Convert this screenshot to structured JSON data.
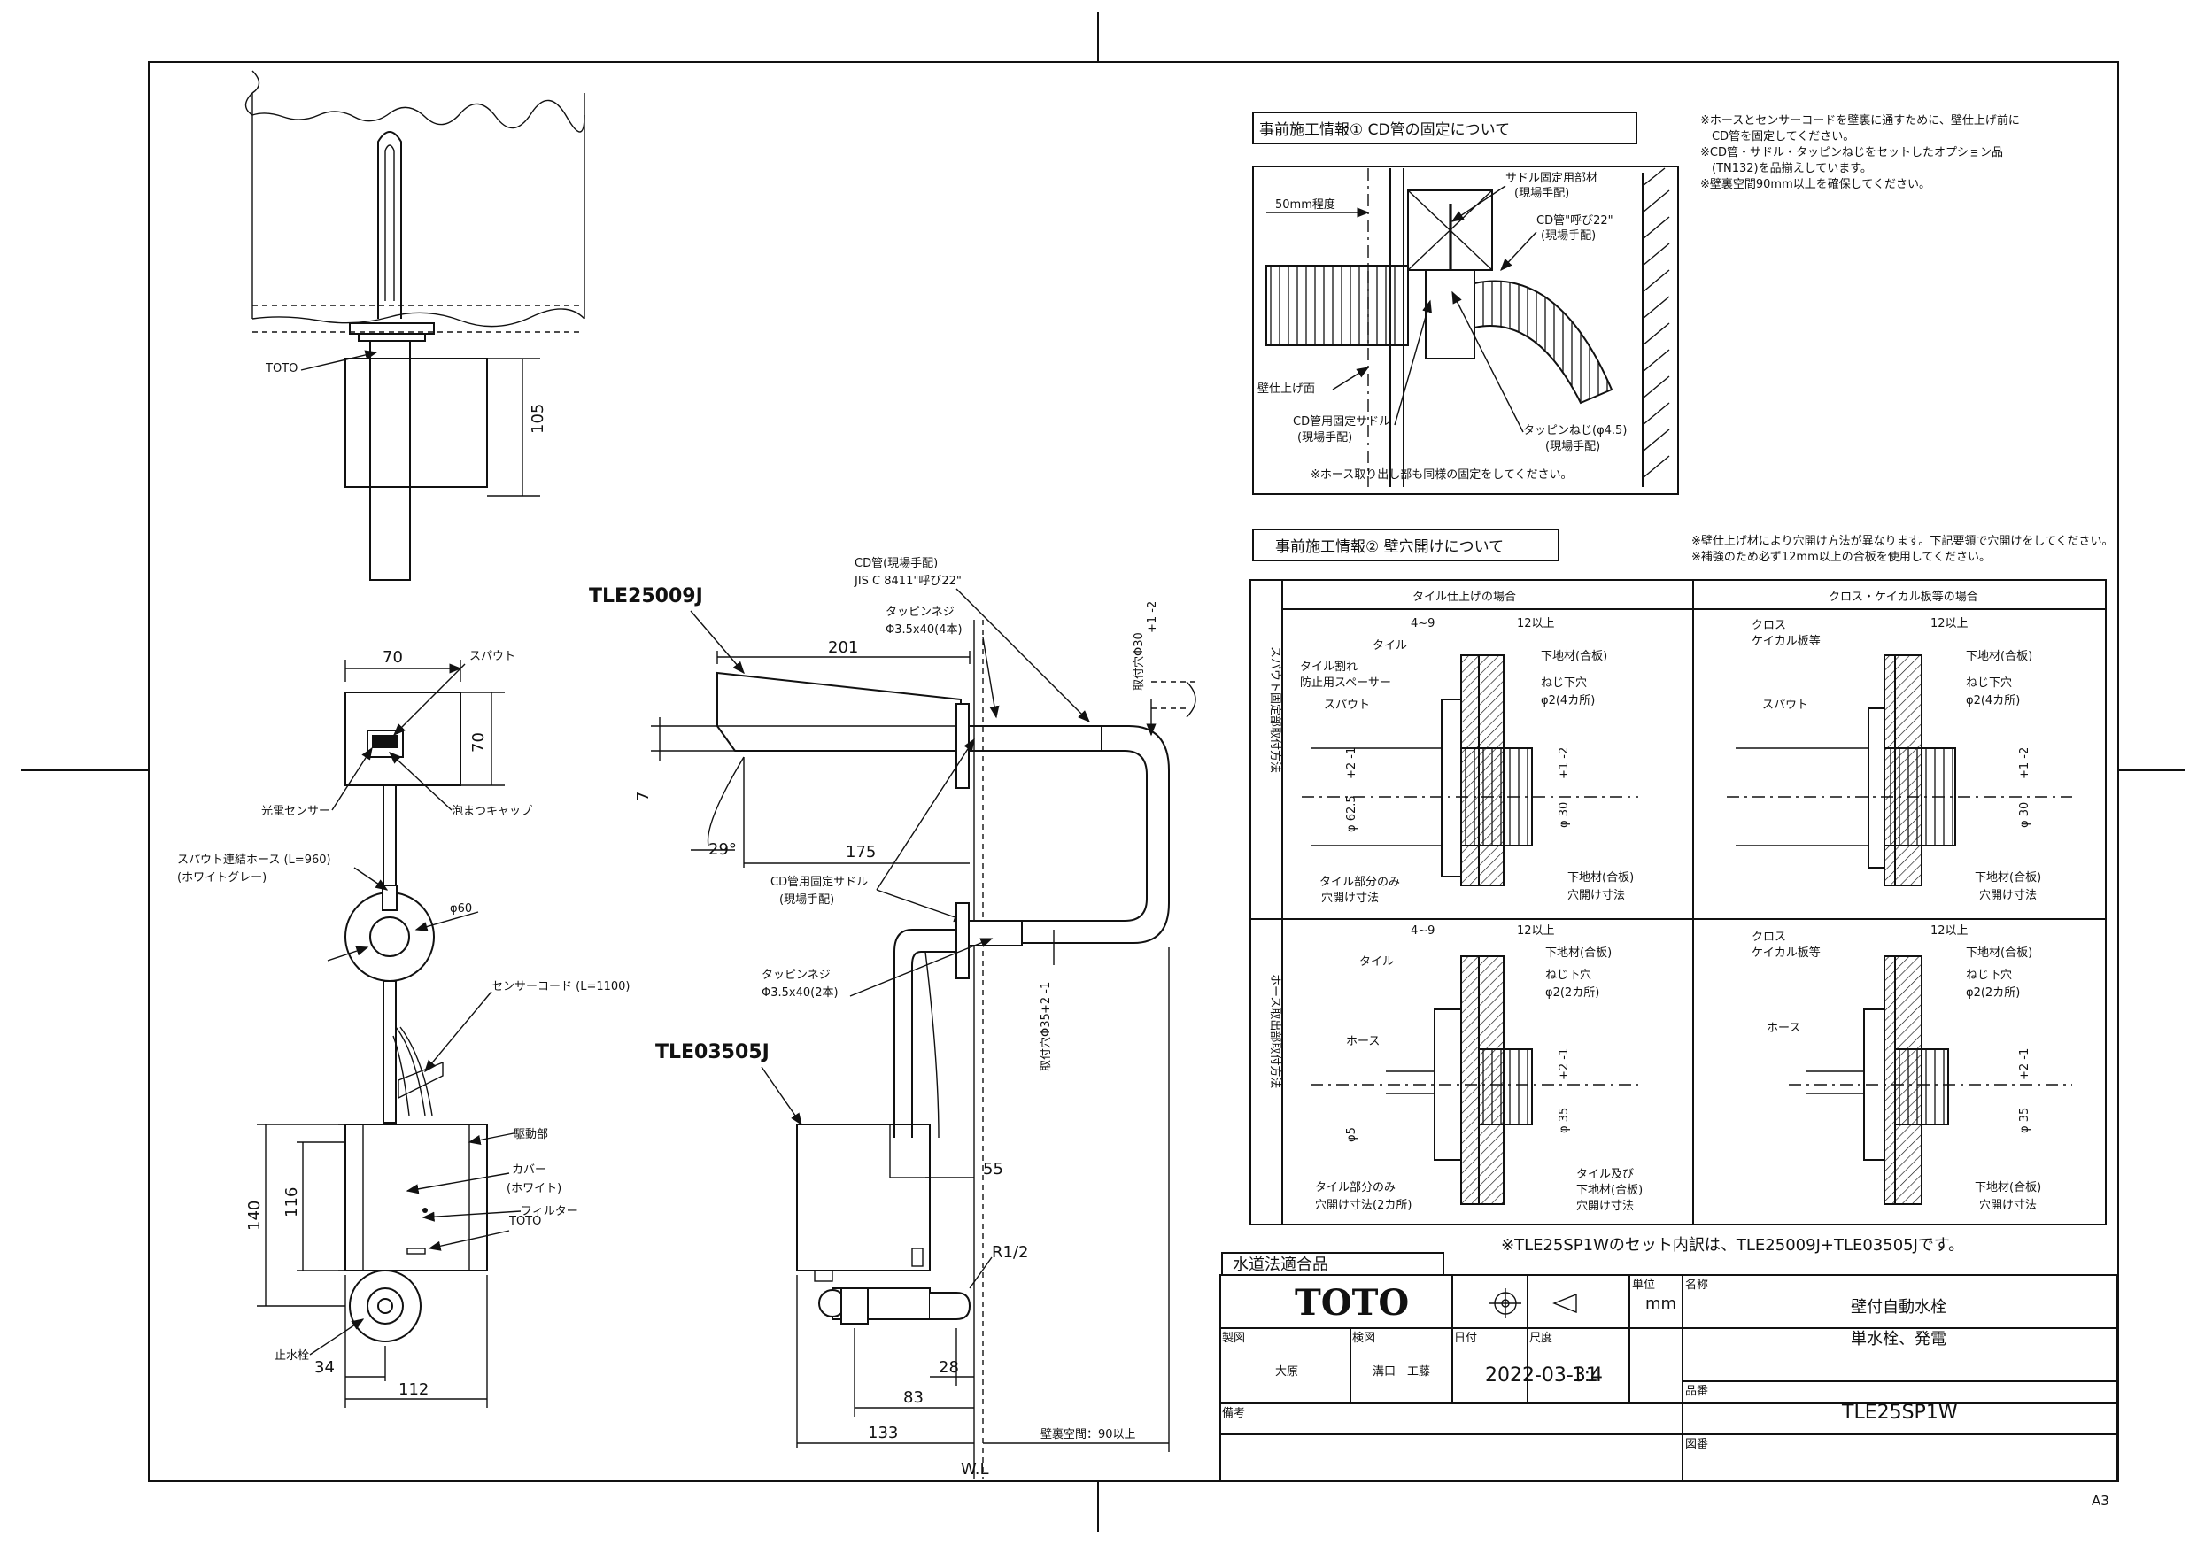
{
  "sheet_size": "A3",
  "front_view": {
    "brand_label": "TOTO",
    "dim_105": "105",
    "dim_70_w": "70",
    "dim_70_h": "70",
    "spout": "スパウト",
    "sensor": "光電センサー",
    "aerator": "泡まつキャップ",
    "hose": "スパウト連結ホース (L=960)",
    "hose_color": "(ホワイトグレー)",
    "dia_60": "φ60",
    "sensor_cord": "センサーコード (L=1100)",
    "drive": "駆動部",
    "cover": "カバー",
    "cover_color": "(ホワイト)",
    "filter": "フィルター",
    "brand2": "TOTO",
    "dim_140": "140",
    "dim_116": "116",
    "stop_valve": "止水栓",
    "dim_34": "34",
    "dim_112": "112"
  },
  "side_view": {
    "model_spout": "TLE25009J",
    "model_unit": "TLE03505J",
    "cd_pipe": "CD管(現場手配)",
    "cd_spec": "JIS C 8411\"呼び22\"",
    "screw_top": "タッピンネジ",
    "screw_top_spec": "Φ3.5x40(4本)",
    "dim_201": "201",
    "dim_7": "7",
    "angle_29": "29°",
    "dim_175": "175",
    "cd_saddle": "CD管用固定サドル",
    "cd_saddle_note": "(現場手配)",
    "screw_bot": "タッピンネジ",
    "screw_bot_spec": "Φ3.5x40(2本)",
    "hole_top": "取付穴Φ30",
    "hole_top_tol": "+1 -2",
    "hole_bot": "取付穴Φ35",
    "hole_bot_tol": "+2 -1",
    "dim_55": "55",
    "thread": "R1/2",
    "dim_28": "28",
    "dim_83": "83",
    "dim_133": "133",
    "wall_space": "壁裏空間：90以上",
    "wl": "W.L"
  },
  "info1": {
    "title": "事前施工情報① CD管の固定について",
    "saddle_part": "サドル固定用部材",
    "saddle_part_note": "(現場手配)",
    "cd_pipe": "CD管\"呼び22\"",
    "cd_pipe_note": "(現場手配)",
    "about_50": "50mm程度",
    "wall_finish": "壁仕上げ面",
    "fix_saddle": "CD管用固定サドル",
    "fix_saddle_note": "(現場手配)",
    "tap_screw": "タッピンねじ(φ4.5)",
    "tap_screw_note": "(現場手配)",
    "note": "※ホース取り出し部も同様の固定をしてください。",
    "side_notes": [
      "※ホースとセンサーコードを壁裏に通すために、壁仕上げ前に",
      "　CD管を固定してください。",
      "※CD管・サドル・タッピンねじをセットしたオプション品",
      "　(TN132)を品揃えしています。",
      "※壁裏空間90mm以上を確保してください。"
    ]
  },
  "info2": {
    "title": "事前施工情報② 壁穴開けについて",
    "side_notes": [
      "※壁仕上げ材により穴開け方法が異なります。下記要領で穴開けをしてください。",
      "※補強のため必ず12mm以上の合板を使用してください。"
    ],
    "col_tile": "タイル仕上げの場合",
    "col_cloth": "クロス・ケイカル板等の場合",
    "row_spout": "スパウト固定部取付方法",
    "row_hose": "ホース取出部取付方法",
    "c1": {
      "d49": "4~9",
      "d12": "12以上",
      "tile": "タイル",
      "spacer1": "タイル割れ",
      "spacer2": "防止用スペーサー",
      "spout": "スパウト",
      "ply": "下地材(合板)",
      "screw": "ねじ下穴",
      "screw_spec": "φ2(4カ所)",
      "d625": "φ 62.5",
      "d625_tol": "+2 -1",
      "d30": "φ 30",
      "d30_tol": "+1 -2",
      "tile_cut": "タイル部分のみ",
      "tile_cut2": "穴開け寸法",
      "ply2": "下地材(合板)",
      "ply2b": "穴開け寸法"
    },
    "c2": {
      "cloth": "クロス",
      "calc": "ケイカル板等",
      "d12": "12以上",
      "spout": "スパウト",
      "ply": "下地材(合板)",
      "screw": "ねじ下穴",
      "screw_spec": "φ2(4カ所)",
      "d30": "φ 30",
      "d30_tol": "+1 -2",
      "ply2": "下地材(合板)",
      "ply2b": "穴開け寸法"
    },
    "c3": {
      "d49": "4~9",
      "d12": "12以上",
      "tile": "タイル",
      "hose": "ホース",
      "ply": "下地材(合板)",
      "screw": "ねじ下穴",
      "screw_spec": "φ2(2カ所)",
      "d5": "φ5",
      "d35": "φ 35",
      "d35_tol": "+2 -1",
      "tile_cut": "タイル部分のみ",
      "tile_cut2": "穴開け寸法(2カ所)",
      "both1": "タイル及び",
      "both2": "下地材(合板)",
      "both3": "穴開け寸法"
    },
    "c4": {
      "cloth": "クロス",
      "calc": "ケイカル板等",
      "d12": "12以上",
      "hose": "ホース",
      "ply": "下地材(合板)",
      "screw": "ねじ下穴",
      "screw_spec": "φ2(2カ所)",
      "d35": "φ 35",
      "d35_tol": "+2 -1",
      "ply2": "下地材(合板)",
      "ply2b": "穴開け寸法"
    }
  },
  "set_note": "※TLE25SP1Wのセット内訳は、TLE25009J+TLE03505Jです。",
  "title_block": {
    "approval": "水道法適合品",
    "brand": "TOTO",
    "unit_label": "単位",
    "unit": "mm",
    "name_label": "名称",
    "name": "壁付自動水栓",
    "subname": "単水栓、発電",
    "drawn_label": "製図",
    "drawn": "大原",
    "checked_label": "検図",
    "checked": "溝口　工藤",
    "date_label": "日付",
    "date": "2022-03-31",
    "scale_label": "尺度",
    "scale": "1:4",
    "number_label": "品番",
    "number": "TLE25SP1W",
    "remarks_label": "備考",
    "drawing_label": "図番"
  }
}
